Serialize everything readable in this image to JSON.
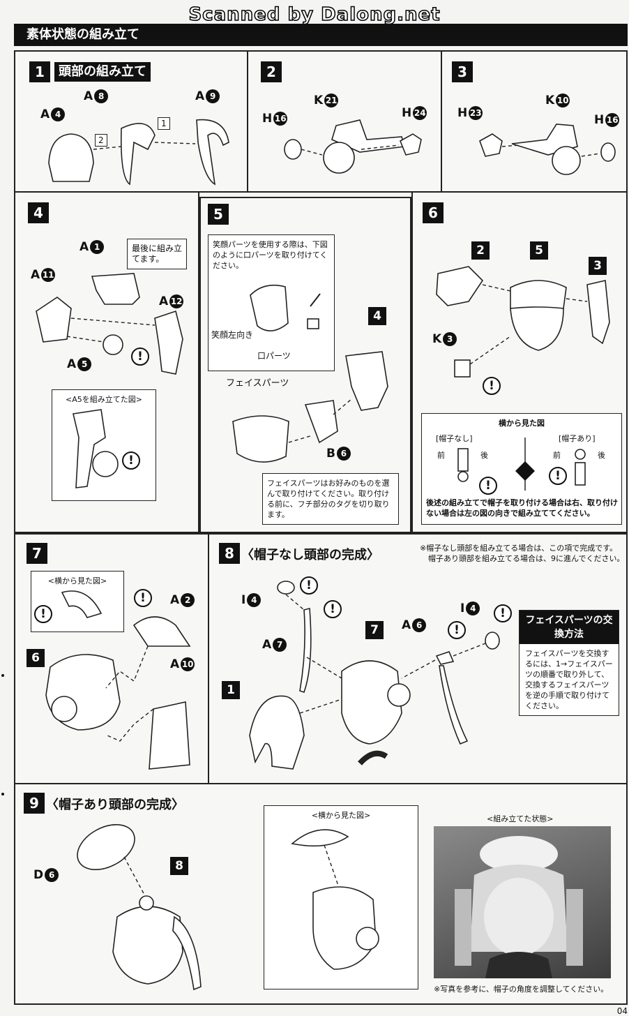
{
  "scan_credit": "Scanned by Dalong.net",
  "section_title": "素体状態の組み立て",
  "page_number": "04",
  "step1": {
    "num": "1",
    "title": "頭部の組み立て",
    "parts": [
      {
        "letter": "A",
        "n": "4"
      },
      {
        "letter": "A",
        "n": "8"
      },
      {
        "letter": "A",
        "n": "9"
      }
    ],
    "order": [
      "2",
      "1"
    ]
  },
  "step2": {
    "num": "2",
    "parts": [
      {
        "letter": "H",
        "n": "16"
      },
      {
        "letter": "K",
        "n": "21"
      },
      {
        "letter": "H",
        "n": "24"
      }
    ]
  },
  "step3": {
    "num": "3",
    "parts": [
      {
        "letter": "H",
        "n": "23"
      },
      {
        "letter": "K",
        "n": "10"
      },
      {
        "letter": "H",
        "n": "16"
      }
    ]
  },
  "step4": {
    "num": "4",
    "parts": [
      {
        "letter": "A",
        "n": "1"
      },
      {
        "letter": "A",
        "n": "11"
      },
      {
        "letter": "A",
        "n": "12"
      },
      {
        "letter": "A",
        "n": "5"
      }
    ],
    "callout": "最後に組み立てます。",
    "inset_title": "<A5を組み立てた図>",
    "excl": "!"
  },
  "step5": {
    "num": "5",
    "tip_box": "笑顔パーツを使用する際は、下図のように口パーツを取り付けてください。",
    "smile_label": "笑顔左向き",
    "mouth_label": "口パーツ",
    "face_label": "フェイスパーツ",
    "target": "4",
    "part": {
      "letter": "B",
      "n": "6"
    },
    "note": "フェイスパーツはお好みのものを選んで取り付けてください。取り付ける前に、フチ部分のタグを切り取ります。"
  },
  "step6": {
    "num": "6",
    "subs": [
      "2",
      "5",
      "3"
    ],
    "part": {
      "letter": "K",
      "n": "3"
    },
    "side_title": "横から見た図",
    "no_hat": "[帽子なし]",
    "with_hat": "[帽子あり]",
    "front": "前",
    "back": "後",
    "note": "後述の組み立てで帽子を取り付ける場合は右、取り付けない場合は左の図の向きで組み立ててください。"
  },
  "step7": {
    "num": "7",
    "side_title": "<横から見た図>",
    "sub": "6",
    "parts": [
      {
        "letter": "A",
        "n": "2"
      },
      {
        "letter": "A",
        "n": "10"
      }
    ]
  },
  "step8": {
    "num": "8",
    "title": "〈帽子なし頭部の完成〉",
    "note1": "※帽子なし頭部を組み立てる場合は、この項で完成です。",
    "note2": "帽子あり頭部を組み立てる場合は、9に進んでください。",
    "parts": [
      {
        "letter": "I",
        "n": "4"
      },
      {
        "letter": "A",
        "n": "7"
      },
      {
        "letter": "A",
        "n": "6"
      },
      {
        "letter": "I",
        "n": "4"
      }
    ],
    "subs": [
      "1",
      "7"
    ],
    "face_swap_title": "フェイスパーツの交換方法",
    "face_swap_text": "フェイスパーツを交換するには、1→フェイスパーツの順番で取り外して、交換するフェイスパーツを逆の手順で取り付けてください。"
  },
  "step9": {
    "num": "9",
    "title": "〈帽子あり頭部の完成〉",
    "part": {
      "letter": "D",
      "n": "6"
    },
    "sub": "8",
    "side_title": "<横から見た図>",
    "assembled_title": "<組み立てた状態>",
    "photo_note": "※写真を参考に、帽子の角度を調整してください。"
  }
}
